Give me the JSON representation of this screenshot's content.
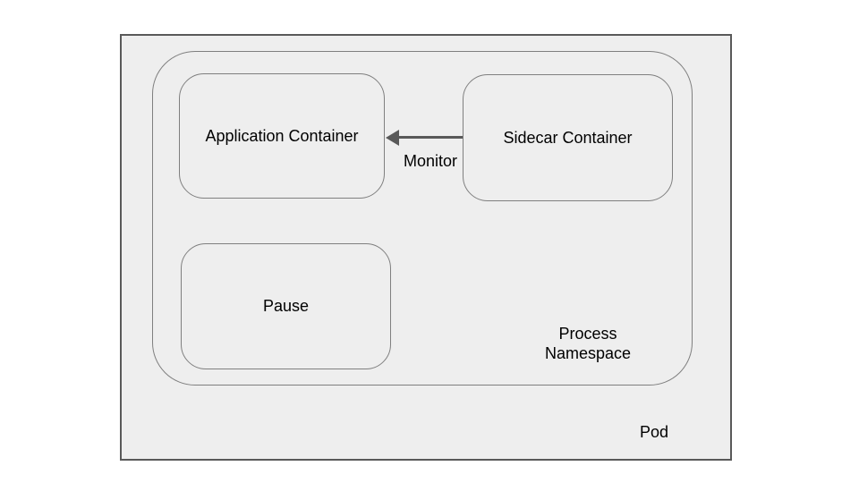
{
  "diagram": {
    "type": "architecture-diagram",
    "pod": {
      "label": "Pod"
    },
    "process_namespace": {
      "label": "Process Namespace"
    },
    "containers": {
      "application": {
        "label": "Application Container"
      },
      "sidecar": {
        "label": "Sidecar Container"
      },
      "pause": {
        "label": "Pause"
      }
    },
    "connector": {
      "label": "Monitor",
      "from": "Sidecar Container",
      "to": "Application Container",
      "direction": "left"
    },
    "colors": {
      "canvas_background": "#ffffff",
      "pod_fill": "#eeeeee",
      "pod_border": "#595959",
      "inner_border": "#7f7f7f",
      "arrow": "#595959",
      "text": "#000000"
    }
  }
}
